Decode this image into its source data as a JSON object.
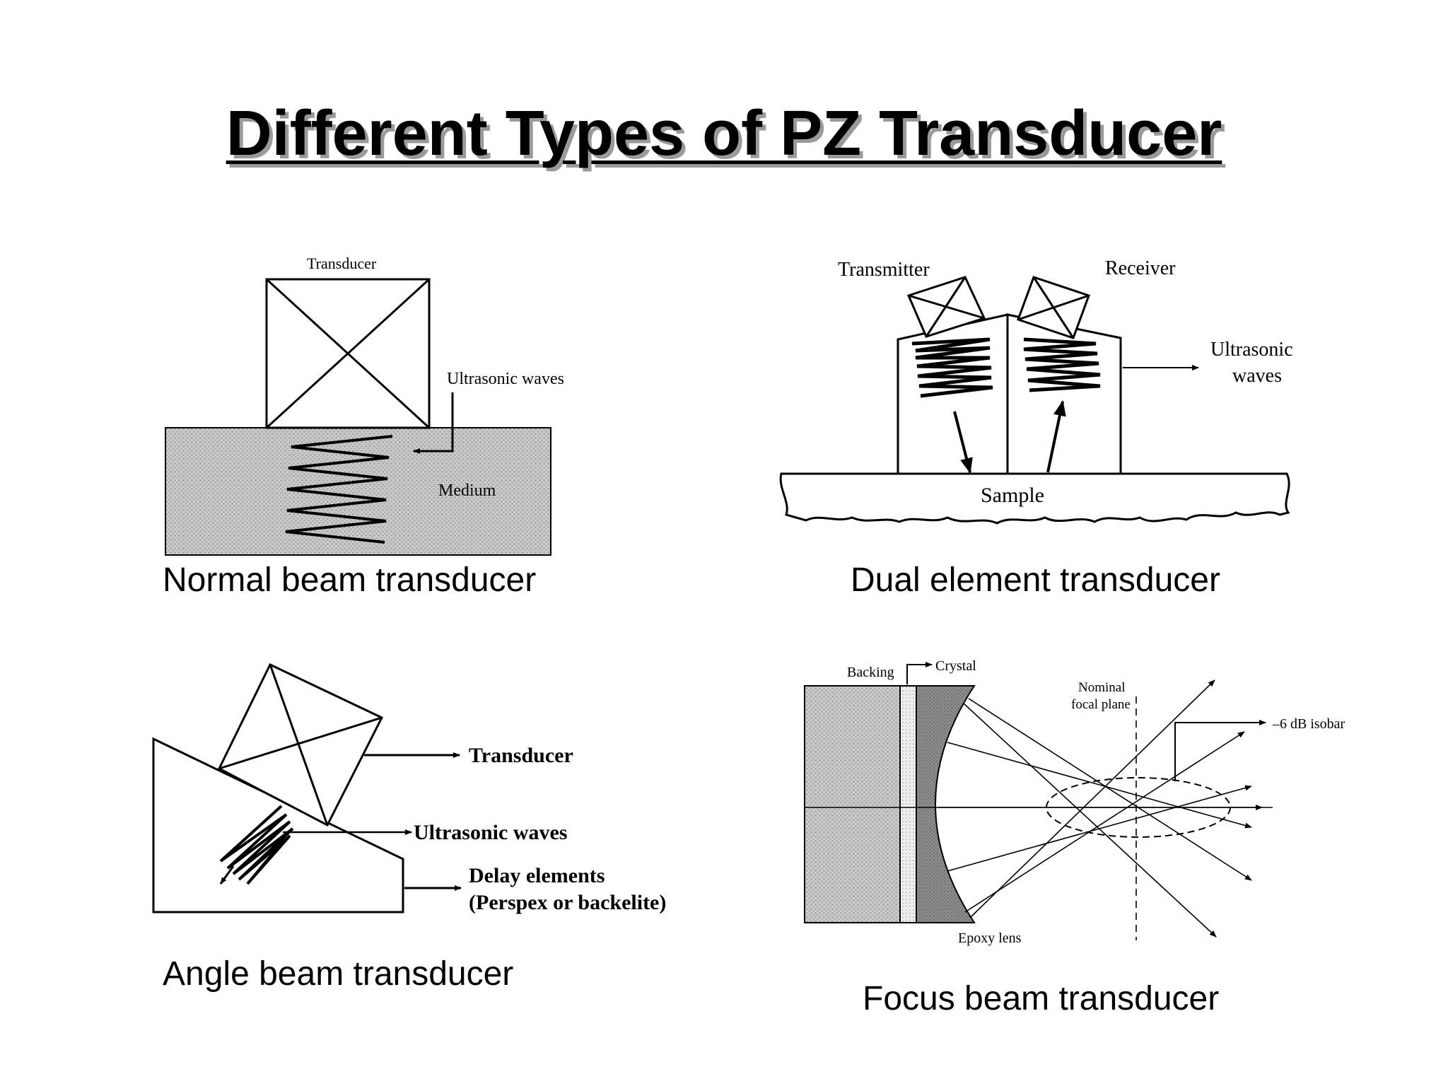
{
  "slide": {
    "title": "Different Types of PZ Transducer"
  },
  "panels": {
    "normal": {
      "caption": "Normal beam transducer",
      "labels": {
        "transducer": "Transducer",
        "waves": "Ultrasonic waves",
        "medium": "Medium"
      }
    },
    "dual": {
      "caption": "Dual element transducer",
      "labels": {
        "transmitter": "Transmitter",
        "receiver": "Receiver",
        "waves_line1": "Ultrasonic",
        "waves_line2": "waves",
        "sample": "Sample"
      }
    },
    "angle": {
      "caption": "Angle beam transducer",
      "labels": {
        "transducer": "Transducer",
        "waves": "Ultrasonic waves",
        "delay_line1": "Delay elements",
        "delay_line2": "(Perspex or backelite)"
      }
    },
    "focus": {
      "caption": "Focus beam transducer",
      "labels": {
        "backing": "Backing",
        "crystal": "Crystal",
        "focal_line1": "Nominal",
        "focal_line2": "focal plane",
        "isobar": "–6 dB isobar",
        "lens": "Epoxy lens"
      }
    }
  }
}
